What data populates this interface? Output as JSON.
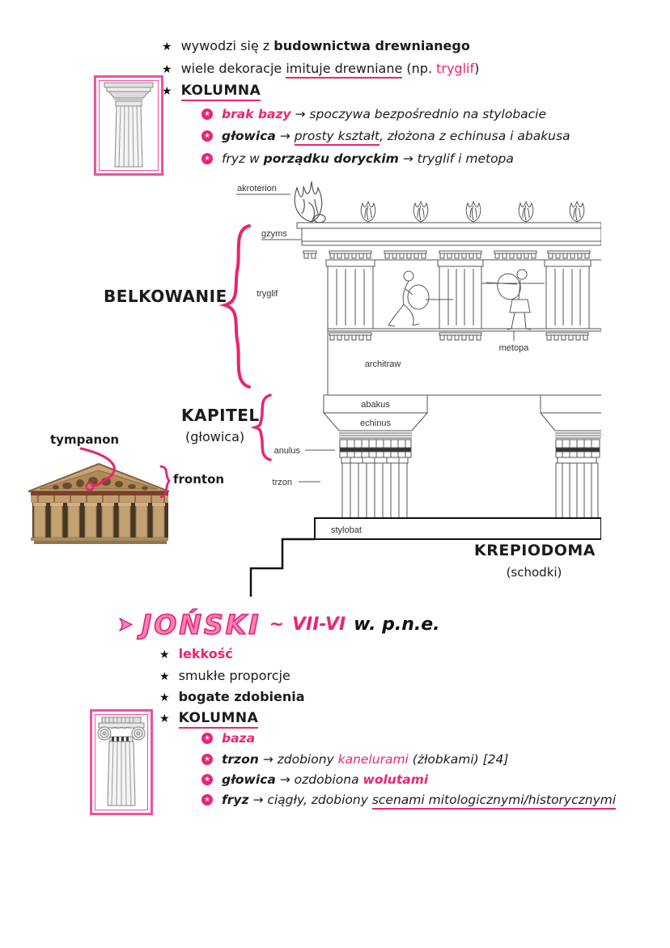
{
  "colors": {
    "accent_pink": "#ed2473",
    "bubble_pink": "#f980b5",
    "frame_pink": "#f0519e",
    "text_black": "#1b1b1b",
    "diagram_gray": "#555555"
  },
  "icons": {
    "star": "★",
    "white_star": "★",
    "flower_bullet": "circled-star",
    "arrow_marker": "triangle-arrowhead"
  },
  "doric_section": {
    "bullet1": {
      "t1": "wywodzi się z ",
      "t2": "budownictwa drewnianego"
    },
    "bullet2": {
      "t1": "wiele dekoracje ",
      "t2": "imituje drewniane",
      "t3": " (np. ",
      "t4": "tryglif",
      "t5": ")"
    },
    "bullet3": {
      "t1": "KOLUMNA"
    },
    "sub1": {
      "t1": "brak bazy",
      "t2": " → spoczywa bezpośrednio na stylobacie"
    },
    "sub2": {
      "t1": "głowica",
      "t2": " → ",
      "t3": "prosty kształt",
      "t4": ", złożona z echinusa i abakusa"
    },
    "sub3": {
      "t1": "fryz w ",
      "t2": "porządku doryckim",
      "t3": " → tryglif i metopa"
    }
  },
  "diagram": {
    "belkowanie": "BELKOWANIE",
    "kapitel": "KAPITEL",
    "kapitel_sub": "(głowica)",
    "krepiodoma": "KREPIODOMA",
    "krepiodoma_sub": "(schodki)",
    "tympanon": "tympanon",
    "fronton": "fronton",
    "labels": {
      "akroterion": "akroterion",
      "gzyms": "gzyms",
      "tryglif": "tryglif",
      "metopa": "metopa",
      "architraw": "architraw",
      "abakus": "abakus",
      "echinus": "echinus",
      "anulus": "anulus",
      "trzon": "trzon",
      "stylobat": "stylobat"
    }
  },
  "ionic_section": {
    "title": "JOŃSKI",
    "tilde": "~",
    "period": "VII-VI",
    "era": "w. p.n.e.",
    "bullet1": "lekkość",
    "bullet2": "smukłe proporcje",
    "bullet3": "bogate zdobienia",
    "bullet4": "KOLUMNA",
    "sub1": {
      "t1": "baza"
    },
    "sub2": {
      "t1": "trzon",
      "t2": " → zdobiony ",
      "t3": "kanelurami",
      "t4": " (żłobkami) [24]"
    },
    "sub3": {
      "t1": "głowica",
      "t2": " → ozdobiona ",
      "t3": "wolutami"
    },
    "sub4": {
      "t1": "fryz",
      "t2": " → ciągły, zdobiony ",
      "t3": "scenami mitologicznymi/historycznymi"
    }
  }
}
